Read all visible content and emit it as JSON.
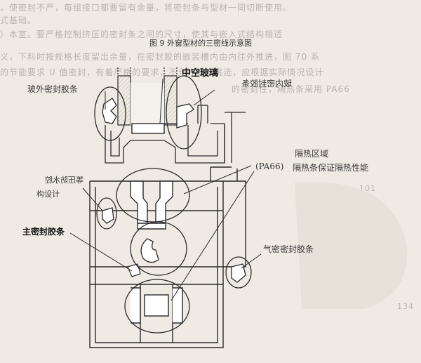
{
  "figure": {
    "caption": "图 9 外窗型材的三密线示意图",
    "background_color": "#efeae4",
    "line_color": "#2a2a2a",
    "glass_color": "#d8dde0"
  },
  "labels": {
    "insulating_glass": "中空玻璃",
    "outer_glass_seal": "玻外密封胶条",
    "inner_glass_seal": "玻内密封胶条",
    "thermal_zone_title": "隔热区域",
    "thermal_zone_material": "(PA66)",
    "thermal_zone_desc": "隔热条保证隔热性能",
    "drain_design_line1": "等压防水腔",
    "drain_design_line2": "构设计",
    "main_seal": "主密封胶条",
    "air_seal": "气密密封胶条"
  },
  "background_text": {
    "line1": "，使密封不严，每组接口都要留有余量，将密封条与型材一同切断使用。",
    "line2": "式基础。",
    "line3": "）本室。要严格控制挤压的密封条之间的尺寸，使其与嵌入式结构相适",
    "line4": "义，下料时按规格长度留出余量，在密封胶的嵌装槽内由内往外推进，图 70 系",
    "line5": "的节能要求 U 值密封，有着严格的要求，不允许随意挑选，应根据实际情况设计",
    "line6": "的密封性，隔热条采用 PA66",
    "line7": "101",
    "line8": "134"
  }
}
